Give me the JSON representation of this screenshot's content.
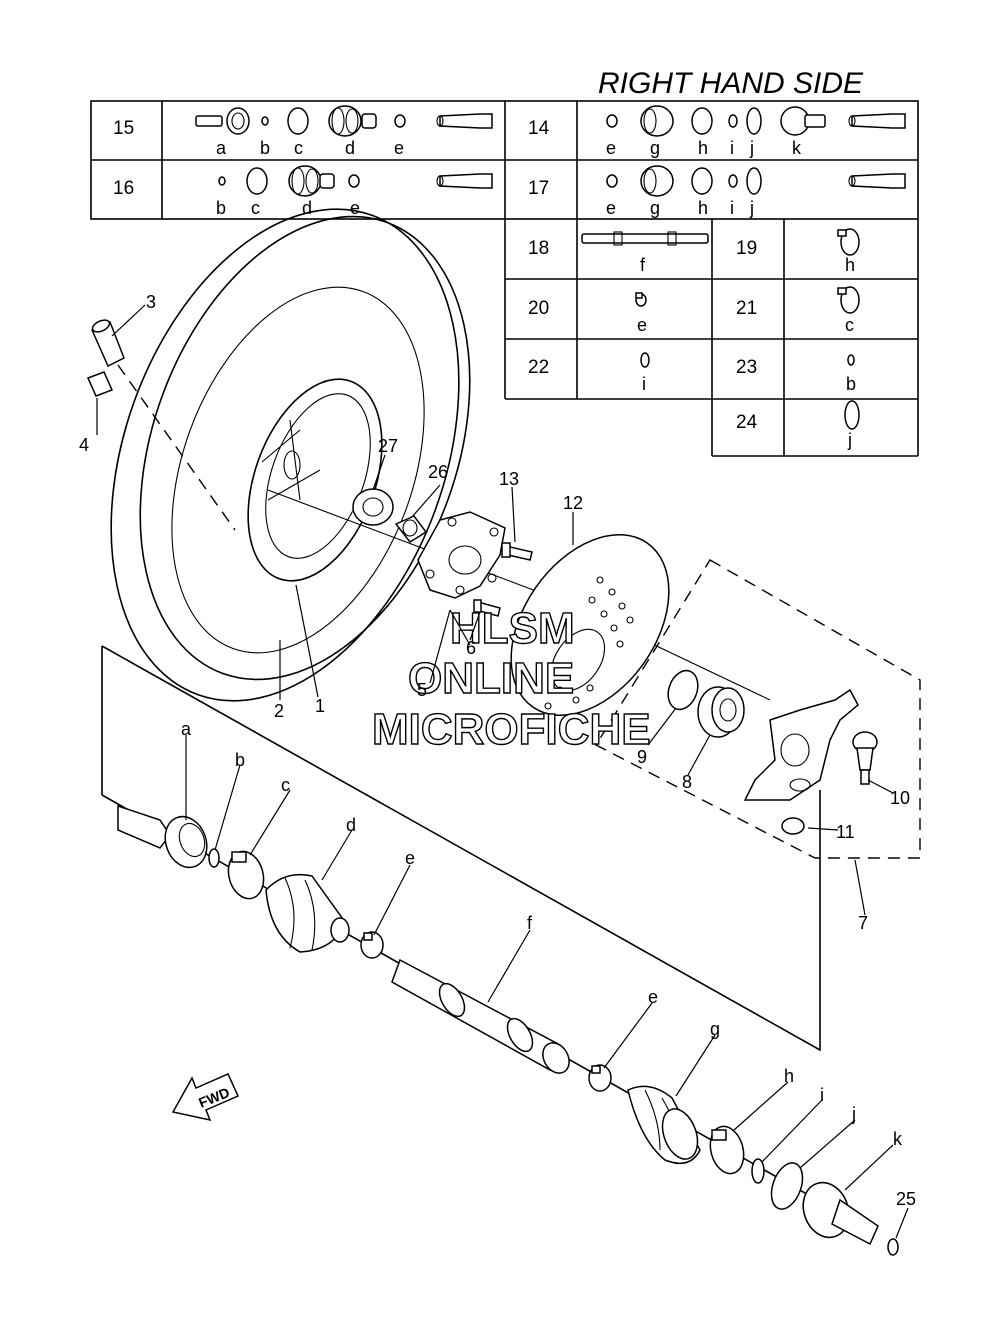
{
  "title": "RIGHT HAND SIDE",
  "kit_table": {
    "row1": {
      "left_num": "15",
      "left_letters": [
        "a",
        "b",
        "c",
        "d",
        "e"
      ],
      "right_num": "14",
      "right_letters": [
        "e",
        "g",
        "h",
        "i",
        "j",
        "k"
      ]
    },
    "row2": {
      "left_num": "16",
      "left_letters": [
        "b",
        "c",
        "d",
        "e"
      ],
      "right_num": "17",
      "right_letters": [
        "e",
        "g",
        "h",
        "i",
        "j"
      ]
    },
    "single_items": [
      {
        "num": "18",
        "letter": "f"
      },
      {
        "num": "19",
        "letter": "h"
      },
      {
        "num": "20",
        "letter": "e"
      },
      {
        "num": "21",
        "letter": "c"
      },
      {
        "num": "22",
        "letter": "i"
      },
      {
        "num": "23",
        "letter": "b"
      },
      {
        "num": "24",
        "letter": "j"
      }
    ]
  },
  "callouts": {
    "c1": "1",
    "c2": "2",
    "c3": "3",
    "c4": "4",
    "c5": "5",
    "c6": "6",
    "c7": "7",
    "c8": "8",
    "c9": "9",
    "c10": "10",
    "c11": "11",
    "c12": "12",
    "c13": "13",
    "c25": "25",
    "c26": "26",
    "c27": "27",
    "a": "a",
    "b": "b",
    "c": "c",
    "d": "d",
    "e1": "e",
    "f": "f",
    "e2": "e",
    "g": "g",
    "h": "h",
    "i": "i",
    "j": "j",
    "k": "k"
  },
  "watermark": {
    "line1": "HLSM",
    "line2": "ONLINE",
    "line3": "MICROFICHE"
  },
  "fwd_label": "FWD"
}
